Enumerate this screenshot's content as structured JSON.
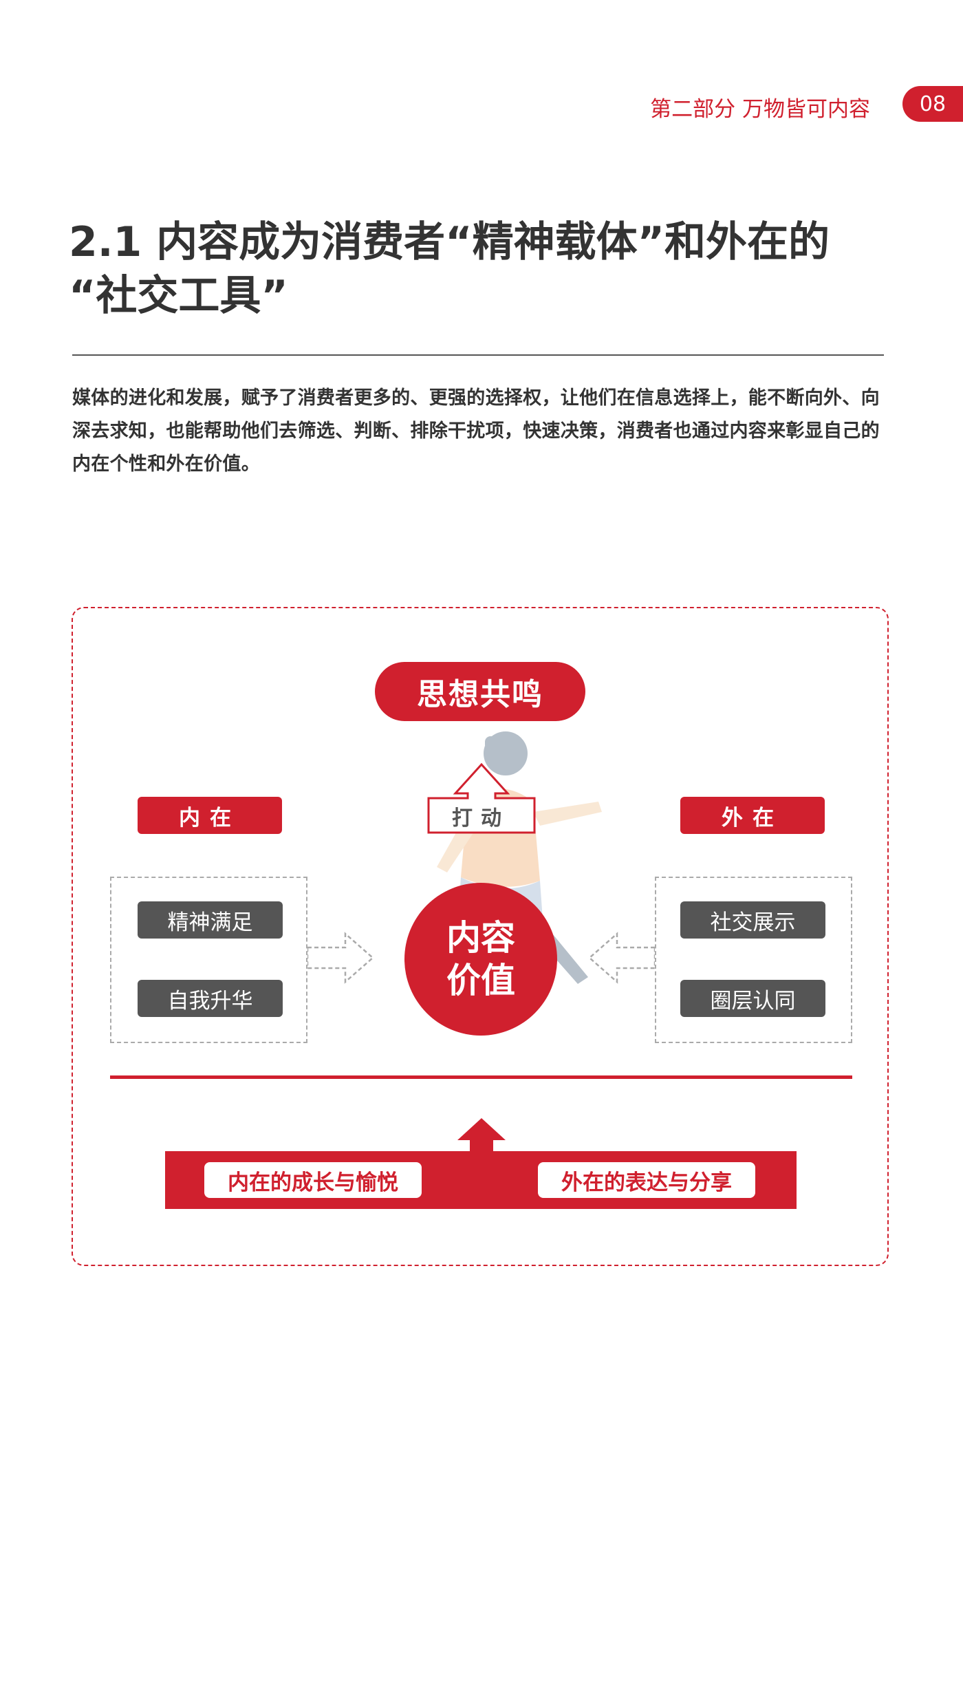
{
  "header": {
    "section_title": "第二部分  万物皆可内容",
    "page_number": "08"
  },
  "title": {
    "line1": "2.1  内容成为消费者“精神载体”和外在的",
    "line2": "“社交工具”"
  },
  "intro": "媒体的进化和发展，赋予了消费者更多的、更强的选择权，让他们在信息选择上，能不断向外、向深去求知，也能帮助他们去筛选、判断、排除干扰项，快速决策，消费者也通过内容来彰显自己的内在个性和外在价值。",
  "diagram": {
    "top_label": "思想共鸣",
    "arrow_label": "打动",
    "left_tag": "内在",
    "right_tag": "外在",
    "left_items": [
      "精神满足",
      "自我升华"
    ],
    "right_items": [
      "社交展示",
      "圈层认同"
    ],
    "center_line1": "内容",
    "center_line2": "价值",
    "bottom_left": "内在的成长与愉悦",
    "bottom_right": "外在的表达与分享"
  },
  "colors": {
    "accent": "#d0202e",
    "gray_tag": "#555555",
    "text": "#333333"
  }
}
